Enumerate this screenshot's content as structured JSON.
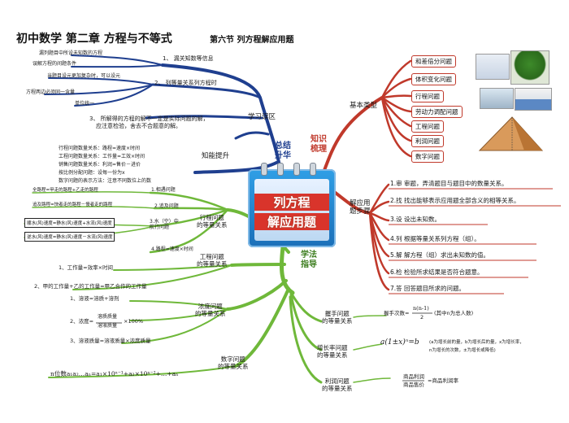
{
  "title": "初中数学    第二章    方程与不等式",
  "subtitle": "第六节    列方程解应用题",
  "center": {
    "line1": "列方程",
    "line2": "解应用题"
  },
  "branches": {
    "zongjie": "总结\n升华",
    "zhishi": "知识\n梳理",
    "xuefa": "学法\n指导",
    "xuexi_wuqu": "学习误区",
    "zhineng_tisheng": "知能提升",
    "jiben_leixing": "基本类型",
    "jieyingyong_ti": "解应用\n题步骤"
  },
  "wuqu": {
    "item1": "1、 漏关知数等信息",
    "item1_sub1": "漏列题目中所设未知数的方程",
    "item1_sub2": "误解方程的间题条件",
    "item2": "2、 列等量关系列方程时",
    "item2_sub1": "当题目设元更加复杂时，可以设元",
    "item2_sub2": "方程两边必须同一含量",
    "item2_sub3": "单位统一",
    "item3": "3、 所解得的方程的解不一定是实际问题的解，",
    "item3b": "应注意检验，舍去不合题意的解。"
  },
  "zhineng": {
    "l1": "行程问题数量关系：路程=速度×时间",
    "l2": "工程问题数量关系：工作量=工效×时间",
    "l3": "销售问题数量关系：利润=售价－进价",
    "l4": "按比例分配问题：设每一份为x",
    "l5": "数字问题的表示方法：注意不同数位上的数"
  },
  "types": [
    "和差倍分问题",
    "体积变化问题",
    "行程问题",
    "劳动力调配问题",
    "工程问题",
    "利润问题",
    "数字问题"
  ],
  "steps": [
    "1.审  审题，弄清题目与题目中的数量关系。",
    "2.找  找出能够表示应用题全部含义的相等关系。",
    "3.设  设出未知数。",
    "4.列  根据等量关系列方程（组）。",
    "5.解  解方程（组）求出未知数的值。",
    "6.检  检验所求结果是否符合题意。",
    "7.答  回答题目所求的问题。"
  ],
  "xingcheng": {
    "head": "行程问题\n的等量关系",
    "h1": "1.相遇问题",
    "h2": "2.追及问题",
    "h3": "3.水（空）中\n航行问题",
    "h4": "4.路程=速度×时间",
    "g1": "全路程=甲走的路程+乙走的路程",
    "g2": "追及路程=快者走的路程－慢者走的路程",
    "g3a": "顺水(风)速度=静水(风)速度+水流(风)速度",
    "g3b": "逆水(风)速度=静水(风)速度－水流(风)速度"
  },
  "gongcheng": {
    "head": "工程问题\n的等量关系",
    "i1": "1、工作量=效率×时间",
    "i2": "2、甲的工作量+乙的工作量=甲乙合作的工作量"
  },
  "nongdu": {
    "head": "浓度问题\n的等量关系",
    "i1": "1、溶液=溶质+溶剂",
    "i2a": "2、浓度=",
    "i2num": "溶质质量",
    "i2den": "溶液质量",
    "i2tail": "×100%",
    "i3": "3、溶液质量=溶液质量×浓度质量"
  },
  "shuzi": {
    "head": "数字问题\n的等量关系",
    "formula": "n位数a₁a₂…aₙ=a₁×10ⁿ⁻¹+a₂×10ⁿ⁻²+…+aₙ"
  },
  "xiangyu": {
    "head": "握手问题\n的等量关系",
    "formula": "握手次数=",
    "num": "n(n-1)",
    "den": "2",
    "tail": "(其中n为总人数)"
  },
  "zengzhang": {
    "head": "增长率问题\n的等量关系",
    "formula": "a(1±x)ⁿ=b",
    "note1": "(a为增长前的量，b为增长后的量，x为增长率，",
    "note2": "n为增长的次数，±为增长或降低)"
  },
  "lirun": {
    "head": "利润问题\n的等量关系",
    "f1": "商品利润",
    "f2": "商品售价",
    "f3": "=商品利润率"
  },
  "colors": {
    "blue": "#1f3f8f",
    "red": "#c0392b",
    "green": "#6fb83a"
  }
}
